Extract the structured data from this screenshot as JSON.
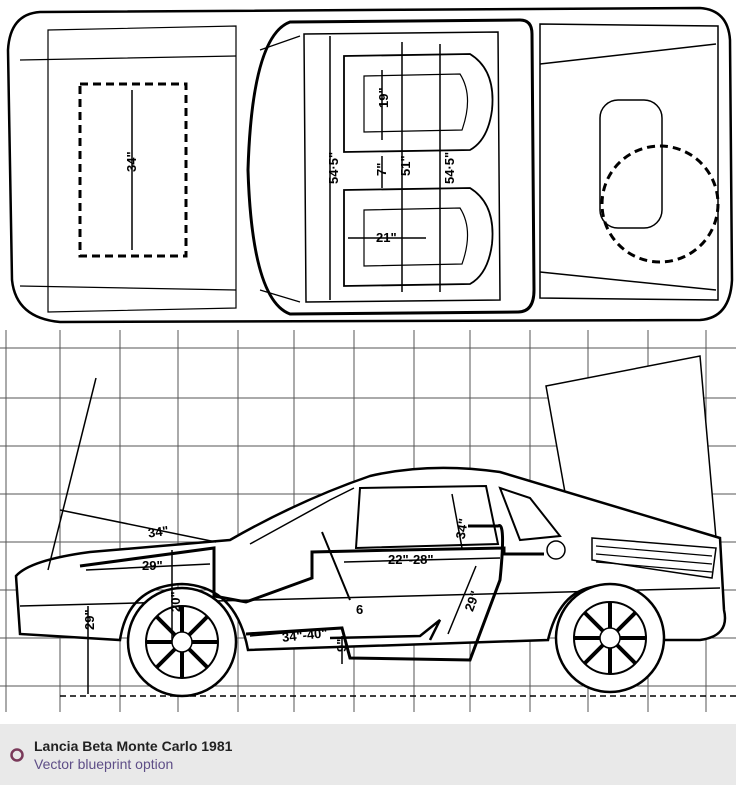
{
  "dimensions": {
    "top_seat_height": "19\"",
    "top_seat_depth": "7\"",
    "top_width_inner": "51\"",
    "top_width_left": "54·5\"",
    "top_width_right": "54·5\"",
    "top_seat_width": "21\"",
    "top_front_trunk": "34\"",
    "side_hood": "34\"",
    "side_nose": "29\"",
    "side_wheelarch": "20\"",
    "side_front_drop": "29\"",
    "side_cabin_length": "22\"-28\"",
    "side_roof_height": "34\"",
    "side_seat_back": "29\"",
    "side_floor_length": "34\"-40\"",
    "side_pedal": "6",
    "side_floor_gap": "9\""
  },
  "caption": {
    "title": "Lancia Beta Monte Carlo 1981",
    "subtitle": "Vector blueprint option"
  },
  "colors": {
    "caption_bg": "#e9e9e9",
    "subtitle": "#5e4e87",
    "icon_ring": "#7a3a5a"
  },
  "icons": {
    "caption_icon": "radio-ring-icon"
  }
}
